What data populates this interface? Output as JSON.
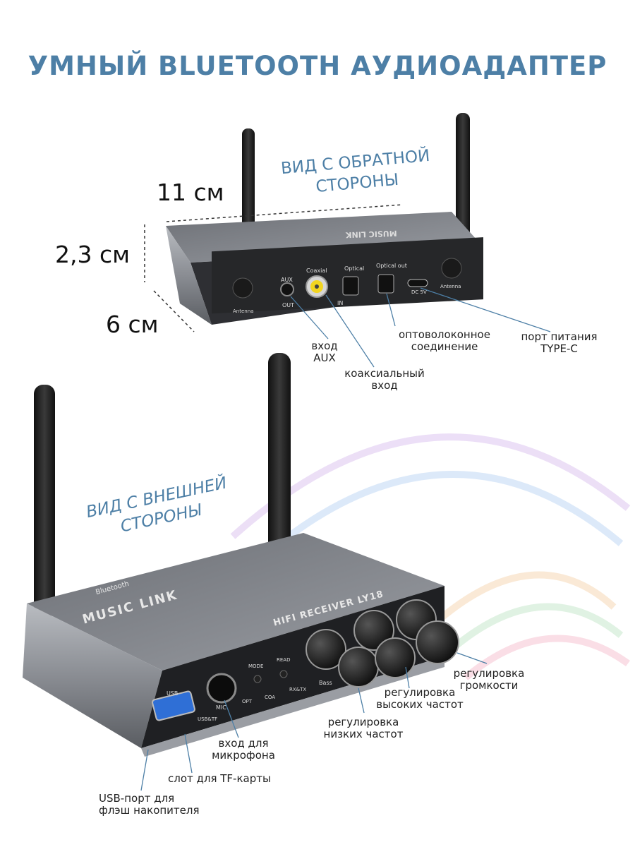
{
  "title": "УМНЫЙ BLUETOOTH АУДИОАДАПТЕР",
  "dimensions": {
    "length": "11 см",
    "height": "2,3 см",
    "depth": "6 см"
  },
  "back_view": {
    "caption_line1": "ВИД С ОБРАТНОЙ",
    "caption_line2": "СТОРОНЫ",
    "device_label": "MUSIC LINK",
    "ports": {
      "aux": "AUX",
      "aux_out": "OUT",
      "coaxial": "Coaxial",
      "optical": "Optical",
      "optical_out": "Optical out",
      "in": "IN",
      "dc": "DC 5V",
      "antenna": "Antenna"
    },
    "callouts": {
      "aux_line1": "вход",
      "aux_line2": "AUX",
      "coax_line1": "коаксиальный",
      "coax_line2": "вход",
      "optical_line1": "оптоволоконное",
      "optical_line2": "соединение",
      "power_line1": "порт питания",
      "power_line2": "TYPE-C"
    }
  },
  "front_view": {
    "caption_line1": "ВИД С ВНЕШНЕЙ",
    "caption_line2": "СТОРОНЫ",
    "brand": "MUSIC LINK",
    "bluetooth": "Bluetooth",
    "model": "HIFI RECEIVER LY18",
    "panel": {
      "usb": "USB",
      "usbtf": "USB&TF",
      "mic": "MIC",
      "mode": "MODE",
      "read": "READ",
      "opt": "OPT",
      "coa": "COA",
      "rxtx": "RX&TX",
      "bass": "Bass"
    },
    "callouts": {
      "volume_line1": "регулировка",
      "volume_line2": "громкости",
      "treble_line1": "регулировка",
      "treble_line2": "высоких частот",
      "bass_line1": "регулировка",
      "bass_line2": "низких частот",
      "mic_line1": "вход для",
      "mic_line2": "микрофона",
      "tf": "слот для TF-карты",
      "usb_line1": "USB-порт для",
      "usb_line2": "флэш накопителя"
    }
  },
  "colors": {
    "accent": "#4d7fa6",
    "body": "#7c7f85",
    "dark": "#2a2b2e"
  }
}
